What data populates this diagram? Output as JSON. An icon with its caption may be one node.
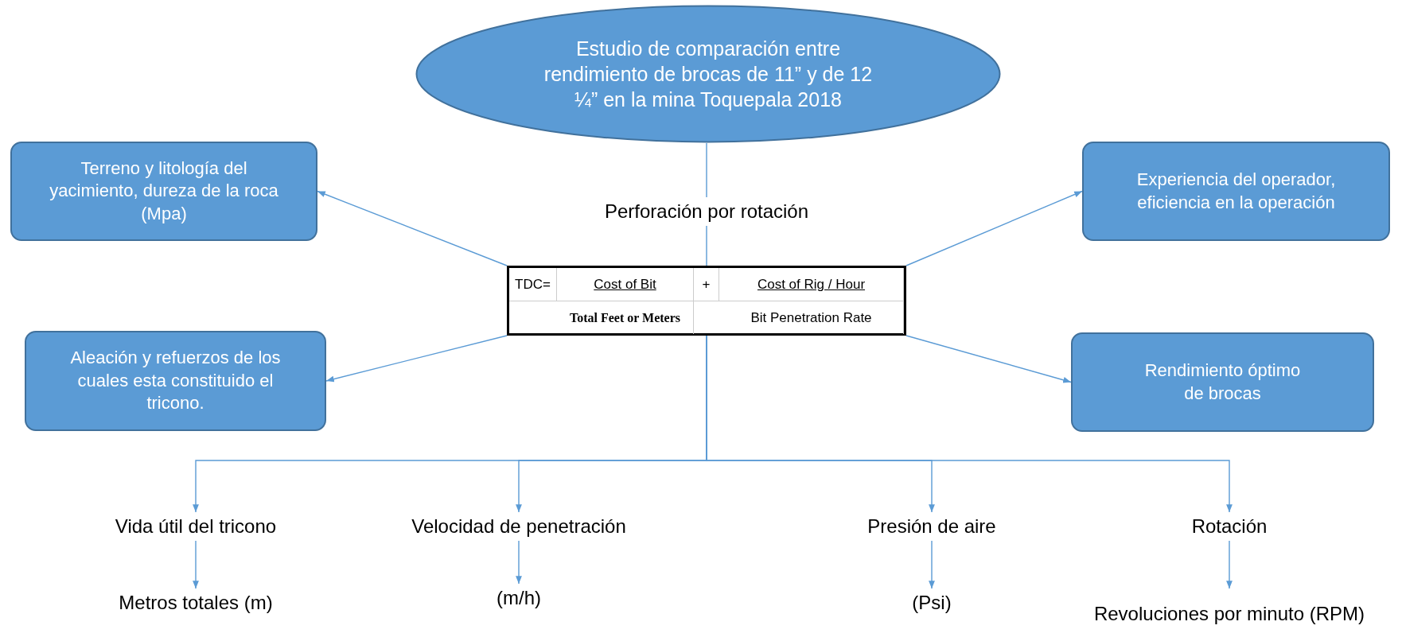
{
  "diagram": {
    "nodes": [
      {
        "text": [
          "Estudio de comparación entre rendimiento de brocas de 11” y de 12 ¼” en la mina Toquepala 2018"
        ]
      },
      {
        "text": [
          "Perforación por rotación"
        ]
      },
      {
        "text": [
          "TDC=",
          "Cost of Bit",
          "+",
          "Cost of Rig / Hour",
          "Total Feet or Meters",
          "Bit Penetration Rate"
        ]
      },
      {
        "text": [
          "Terreno y litología del yacimiento, dureza de la roca (Mpa)"
        ]
      },
      {
        "text": [
          "Experiencia del operador, eficiencia en la operación"
        ]
      },
      {
        "text": [
          "Aleación y refuerzos de los cuales esta constituido el tricono."
        ]
      },
      {
        "text": [
          "Rendimiento óptimo de brocas"
        ]
      },
      {
        "text": [
          "Vida útil del tricono"
        ]
      },
      {
        "text": [
          "Velocidad de penetración"
        ]
      },
      {
        "text": [
          "Presión de aire"
        ]
      },
      {
        "text": [
          "Rotación"
        ]
      },
      {
        "text": [
          "Metros totales (m)"
        ]
      },
      {
        "text": [
          "(m/h)"
        ]
      },
      {
        "text": [
          "(Psi)"
        ]
      },
      {
        "text": [
          "Revoluciones por minuto (RPM)"
        ]
      }
    ],
    "edges": [
      {
        "from": 0,
        "to": 1,
        "arrow": "none"
      },
      {
        "from": 1,
        "to": 2,
        "arrow": "none"
      },
      {
        "from": 2,
        "to": 3,
        "arrow": "to"
      },
      {
        "from": 2,
        "to": 4,
        "arrow": "to"
      },
      {
        "from": 2,
        "to": 5,
        "arrow": "to"
      },
      {
        "from": 2,
        "to": 6,
        "arrow": "to"
      },
      {
        "from": 2,
        "to": 7,
        "arrow": "to"
      },
      {
        "from": 2,
        "to": 8,
        "arrow": "to"
      },
      {
        "from": 2,
        "to": 9,
        "arrow": "to"
      },
      {
        "from": 2,
        "to": 10,
        "arrow": "to"
      },
      {
        "from": 7,
        "to": 11,
        "arrow": "to"
      },
      {
        "from": 8,
        "to": 12,
        "arrow": "to"
      },
      {
        "from": 9,
        "to": 13,
        "arrow": "to"
      },
      {
        "from": 10,
        "to": 14,
        "arrow": "to"
      }
    ]
  }
}
